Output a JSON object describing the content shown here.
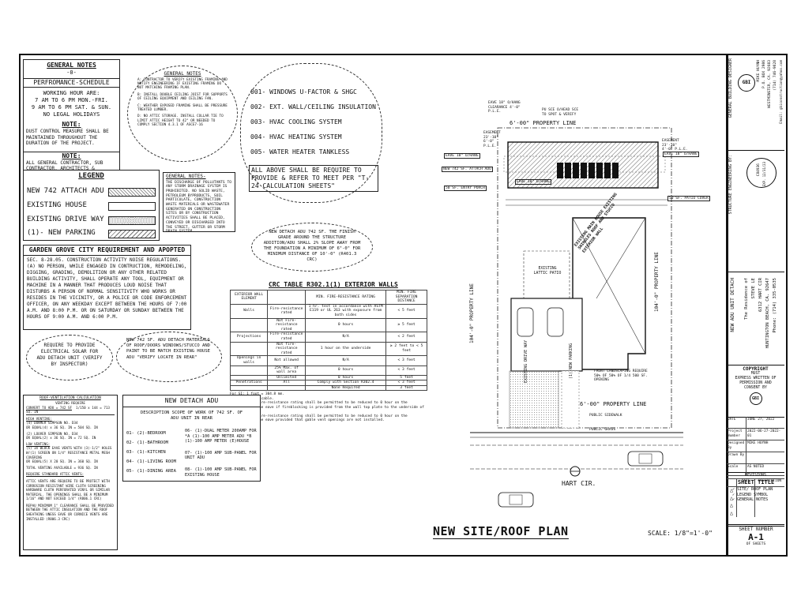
{
  "general_notes_1": {
    "title": "GENERAL NOTES",
    "subtitle": "-0-",
    "schedule_title": "PERFROMANCE-SCHEDULE",
    "working_hours": [
      "WORKING HOUR ARE:",
      "7 AM TO 6 PM MON.-FRI.",
      "9 AM TO 6 PM SAT. & SUN.",
      "NO LEGAL HOLIDAYS"
    ],
    "note_label_1": "NOTE:",
    "note_text_1": "DUST CONTROL MEASURE SHALL BE MAINTAINED THROUGHOUT THE DURATION OF THE PROJECT.",
    "note_label_2": "NOTE:",
    "note_text_2": "ALL GENERAL CONTRACTOR, SUB CONTRACTOR, ARCHITECTS & ENGINEERS CONDUCTING BUSINESS WITHIN THE CITY OF H.B. ARE REQUIRE TO MAINTAIN A CURRENT CITY BUSINESS LICENSE."
  },
  "general_notes_cloud": {
    "title": "GENERAL NOTES",
    "items": [
      "A: CONTRACTOR TO VERIFY EXISTING FRAMING AND NOTIFY ENGINEERING IF EXISTING FRAMING DO NOT MATCHING FRAMING PLAN.",
      "B: INSTALL DOUBLE CEILING JOIST FOR SUPPORTS OF CEILING EQUIPMENT AND CEILING FAN.",
      "C: WEATHER EXPOSED FRAMING SHALL BE PRESSURE TREATED LUMBER.",
      "D: NO ATTIC STORAGE. INSTALL COLLAR TIE TO LIMIT ATTIC HEIGHT TO 42\" OR NEEDED TO COMPLY SECTION 4.3.1 OF ASCE7-16"
    ]
  },
  "energy_list": {
    "items": [
      "001- WINDOWS U-FACTOR & SHGC",
      "002- EXT. WALL/CEILING INSULATION",
      "003- HVAC COOLING SYSTEM",
      "004- HVAC HEATING SYSTEM",
      "005- WATER HEATER TANKLESS"
    ],
    "note": "ALL ABOVE SHALL BE REQUIRE TO PROVIDE & REFER TO MEET PER \"T-24 CALCULATION SHEETS\""
  },
  "legend": {
    "title": "LEGEND",
    "items": [
      "NEW 742 ATTACH ADU",
      "EXISTING HOUSE",
      "EXISTING DRIVE WAY",
      "(1)- NEW PARKING"
    ]
  },
  "general_notes_2": {
    "title": "GENERAL NOTES-",
    "text": "THE DISCHARGE OF POLLUTANTS TO ANY STORM DRAINAGE SYSTEM IS PROHIBITED. NO SOLID WASTE, PETROLEUM BYPRODUCTS, SOIL PARTICULATE, CONSTRUCTION WASTE MATERIALS OR WASTEWATER GENERATED ON CONSTRUCTION SITES OR BY CONSTRUCTION ACTIVITIES SHALL BE PLACED, CONVEYED OR DISCHARGED INTO THE STREET, GUTTER OR STORM DRAIN SYSTEM."
  },
  "grade_cloud": {
    "text": "NEW DETACH ADU 742 SF. THE FINISH GRADE AROUND THE STRUCTURE ADDITION/ADU SHALL 2% SLOPE AWAY FROM THE FOUNDATION A MINIMUM OF 6\"-0\" FOR MINIMUM DISTANCE OF 10'-0\" (R401.3 CRC)"
  },
  "garden_grove": {
    "title": "GARDEN GROVE CITY REQUIREMENT AND APOPTED",
    "text": "SEC. 8-28.05. CONSTRUCTION ACTIVITY NOISE REGULATIONS. (A) NO PERSON, WHILE ENGAGED IN CONTRUCTION, REMODELING, DIGGING, GRADING, DEMOLITION OR ANY OTHER RELATED BUILDING ACTIVITY, SHALL OPERATE ANY TOOL, EQUIPMENT OR MACHINE IN A MANNER THAT PRODUCES LOUD NOISE THAT DISTURBS A PERSON OF NORMAL SENSITIVITY WHO WORKS OR RESIDES IN THE VICINITY, OR A POLICE OR CODE ENFORCEMENT OFFICER, ON ANY WEEKDAY EXCEPT BETWEEN THE HOURS OF 7:00 A.M. AND 8:00 P.M. OR ON SATURDAY OR SUNDAY BETWEEN THE HOURS OF 9:00 A.M. AND 6:00 P.M."
  },
  "crc_table": {
    "title": "CRC TABLE R302.1(1) EXTERIOR WALLS",
    "headers": [
      "EXTERIOR WALL ELEMENT",
      "",
      "MIN. FIRE-RESISTANCE RATING",
      "MIN. FIRE SEPARATION DISTANCE"
    ],
    "rows": [
      [
        "Walls",
        "Fire-resistance rated",
        "1 hr. test in accordance with ASTM E119 or UL 263 with exposure from both sides",
        "< 5 feet"
      ],
      [
        "",
        "Not Fire-resistance rated",
        "0 hours",
        "≥ 5 feet"
      ],
      [
        "Projections",
        "Fire-resistance rated",
        "N/A",
        "< 2 feet"
      ],
      [
        "",
        "Not fire-resistance rated",
        "1 hour on the underside",
        "≥ 2 feet to < 5 feet"
      ],
      [
        "Openings in walls",
        "Not allowed",
        "N/A",
        "< 3 feet"
      ],
      [
        "",
        "25% Max. of wall area",
        "0 hours",
        "< 3 feet"
      ],
      [
        "",
        "Unlimited",
        "0 hours",
        "5 feet"
      ],
      [
        "Penetrations",
        "All",
        "Comply with Section R302.4",
        "< 3 feet"
      ],
      [
        "",
        "",
        "None Required",
        "3 feet"
      ]
    ],
    "footnotes": [
      "For SI: 1 foot = 304.8 mm.",
      "N/A = Not Applicable.",
      "a. Roof eave fire-resistance rating shall be permitted to be reduced to 0 hour on the underside of the eave if fireblocking is provided from the wall top plate to the underside of roof sheathing.",
      "b. Roof eave fire-resistance rating shall be permitted to be reduced to 0 hour on the underside of the eave provided that gable vent openings are not installed."
    ]
  },
  "solar_cloud": {
    "text": "REQUIRE TO PROVIDE ELECTRICAL SOLAR FOR ADU DETACH UNIT (VERIFY BY INSPECTOR)"
  },
  "materials_cloud": {
    "text": "NEW 742 SF. ADU DETACH MATERIALS OF ROOF/DOORS WINDOWS/STUCCO AND PAINT TO BE MATCH EXISTING HOUSE ADU \"VERIFY LOCATE IN REAR\""
  },
  "roof_vent": {
    "title": "ROOF-VENTILATION CALCULATION",
    "lines": [
      "VENTING REQUIRE",
      "CONVERT TO ADU = 742 SF",
      "1/150 x 144 = 713 SQ. IN",
      "HIGH VENTING:",
      "(4) DORMER SIMPSON NO. D34",
      "OR EQUAL(4) x 36 SQ. IN = 504 SQ. IN",
      "(2) LOUVER SIMPSON NO. D34",
      "OR EQUAL(2) x 36 SQ. IN = 72 SQ. IN",
      "LOW VENTING:",
      "(5) 3X BLOCK EAVE VENTS WITH (3)-1/2\" HOLES W/(1) SCREEN ON 1/4\" RESISTANCE METAL MESH COVERING",
      "OR EQUAL(5) X 20 SQ. IN = 360 SQ. IN",
      "TOTAL VENTING AVAILABLE = 936 SQ. IN",
      "REQUIRE STANDARD ATTIC VENTS:",
      "ATTIC VENTS ARE REQUIRE TO BE PROTECT WITH CORROSION RESISTANT WIRE CLOTH SCREENING HARDWARE CLOTH PERFORATED VINYL OR SIMILAR MATERIAL. THE OPENINGS SHALL BE A MINIMUM 1/16\" AND NOT EXCEED 1/4\" (R806.1 CRC)",
      "REPAU MINIMUM 1\" CLEARANCE SHALL BE PROVIDED BETWEEN THE ATTIC INSULATION AND THE ROOF SHEATHING UNESS EAVE OR CORNICE VENTS ARE INSTALLED (R806.3 CRC)"
    ]
  },
  "scope": {
    "title": "NEW DETACH ADU",
    "subtitle": "DESCRIPTION SCOPE OF WORK OF 742 SF. OF ADU UNIT IN REAR",
    "left_items": [
      "01- (2)-BEDROOM",
      "02- (1)-BATHROOM",
      "03- (1)-KITCHEN",
      "04- (1)-LIVING ROOM",
      "05- (1)-DINING AREA"
    ],
    "right_items": [
      "06- (1)-DUAL METER 200AMP FOR *A (1)-100 AMP METER ADU *B (1)-100 AMP METER (E)HOUSE",
      "07- (1)-100 AMP SUB-PANEL FOR UNIT ADU",
      "08- (1)-100 AMP SUB-PANEL FOR EXISTING HOUSE"
    ]
  },
  "site_plan": {
    "labels": {
      "property_line_top": "6'-00\" PROPERTY LINE",
      "property_line_bottom": "6'-00\" PROPERTY LINE",
      "property_line_left": "104'-0\" PROPERTY LINE",
      "property_line_right": "104'-0\" PROPERTY LINE",
      "eave_clear": "EAVE 18\" O/HANG CLEARANCE 4'-0\" P.L.E.",
      "sce_overhead": "PU SCE O/HEAD SCE TO SPOT & VERIFY",
      "easement_left": "EASEMENT 23'-10\" 6'-0\" P.L.E.",
      "easement_right": "EASEMENT 23'-10\" 4'-0\" P.L.E.",
      "eave_left": "EAVE 18\" O/HANG",
      "eave_right": "EAVE 18\" O/HANG",
      "new_adu": "NEW 742 SF. ATTACH ADU",
      "entry_porch": "50 SF. ENTRY PORCH",
      "patio_cover": "50 SF. PATIO COVER",
      "eave_lower": "EAVE 18\" O/HANG",
      "existing_house": "EXISTING MAIN HOUSE EXISTING SHINGLES ROOF AND STUCCO EXTERIOR WALL",
      "existing_patio": "EXISTING LATTIC PATIO",
      "existing_drive": "EXISTING DRIVE WAY",
      "new_parking": "(1)-NEW PARKING",
      "front_landscape": "FRONT LANDSCAPING REQUIRE 50% OF 50% OF 1/4 500 SF. OPENING",
      "sidewalk": "PUBLIC SIDEWALK",
      "grass": "PUBLIC GRASS",
      "street": "HART CIR."
    }
  },
  "plan_title": {
    "title": "NEW SITE/ROOF PLAN",
    "scale": "SCALE: 1/8\"=1'-0\""
  },
  "title_block": {
    "designer_label": "GENERAL BUILDING DESIGNER",
    "designer_company": "GBI",
    "designer_name": "MIKE HUYNH",
    "designer_po": "P.O. BOX 2986",
    "designer_city": "WESTMINSTER, CA. 92683",
    "designer_phone": "(714) 746-9828",
    "designer_email": "Email: gbiconstruction@yahoo.com",
    "engineer_label": "STRUCTURE ENGINEERING BY:",
    "engineer_seal_num": "C84936",
    "engineer_seal_exp": "EXP. 12/31/23",
    "project_title": "NEW ADU UNIT DETACH",
    "residence": "The Residence of",
    "owner": "STEVE LE",
    "address": "6312 HART CIR",
    "city": "HUNTINGTON BEACH, CA. 92647",
    "phone": "Phone: (714) 335-0535",
    "copyright": [
      "COPYRIGHT",
      "MUST",
      "EXPRESS WRITTEN OF",
      "PERMISSION AND",
      "CONSENT BY"
    ],
    "info_rows": [
      [
        "DATE",
        "JUNE 27, 2022"
      ],
      [
        "Project Number",
        "2022-06-27-2022-01"
      ],
      [
        "Designed By",
        "MIKE HUYNH"
      ],
      [
        "Drawn By",
        ""
      ],
      [
        "Scale",
        "AS NOTED"
      ]
    ],
    "revisions_title": "REVISIONS",
    "revisions_headers": [
      "",
      "DATE",
      "DESCRIPTION"
    ],
    "sheet_title_label": "SHEET TITLE",
    "sheet_title_items": [
      "✓ SITE/ ROOF PLAN",
      "✓ LEGEND SYMBOL",
      "✓ GENERAL NOTES"
    ],
    "sheet_number_label": "SHEET NUMBER",
    "sheet_number": "A-1",
    "sheet_of": "OF SHEETS"
  }
}
